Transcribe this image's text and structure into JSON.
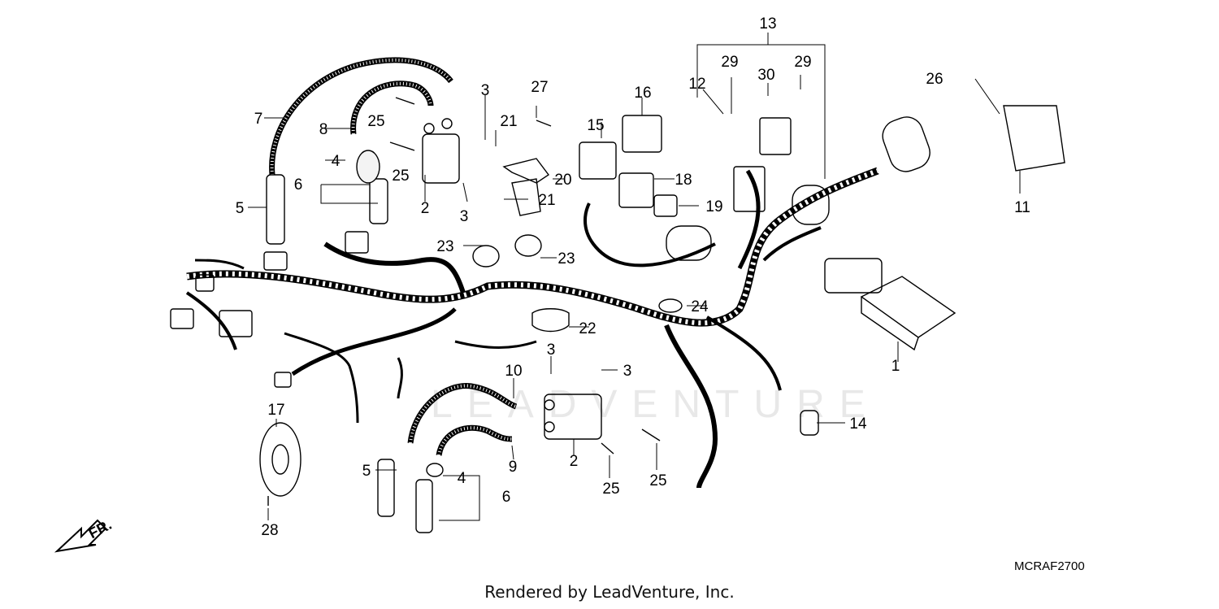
{
  "diagram": {
    "watermark": "LEADVENTURE",
    "callouts": {
      "c1": "1",
      "c2a": "2",
      "c2b": "2",
      "c3a": "3",
      "c3b": "3",
      "c3c": "3",
      "c3d": "3",
      "c4a": "4",
      "c4b": "4",
      "c5a": "5",
      "c5b": "5",
      "c6a": "6",
      "c6b": "6",
      "c7": "7",
      "c8": "8",
      "c9": "9",
      "c10": "10",
      "c11": "11",
      "c12": "12",
      "c13": "13",
      "c14": "14",
      "c15": "15",
      "c16": "16",
      "c17": "17",
      "c18": "18",
      "c19": "19",
      "c20": "20",
      "c21a": "21",
      "c21b": "21",
      "c22": "22",
      "c23a": "23",
      "c23b": "23",
      "c24": "24",
      "c25a": "25",
      "c25b": "25",
      "c25c": "25",
      "c25d": "25",
      "c26": "26",
      "c27": "27",
      "c28": "28",
      "c29a": "29",
      "c29b": "29",
      "c30": "30"
    },
    "direction_label": "FR.",
    "diagram_code": "MCRAF2700",
    "footer": "Rendered by LeadVenture, Inc."
  }
}
